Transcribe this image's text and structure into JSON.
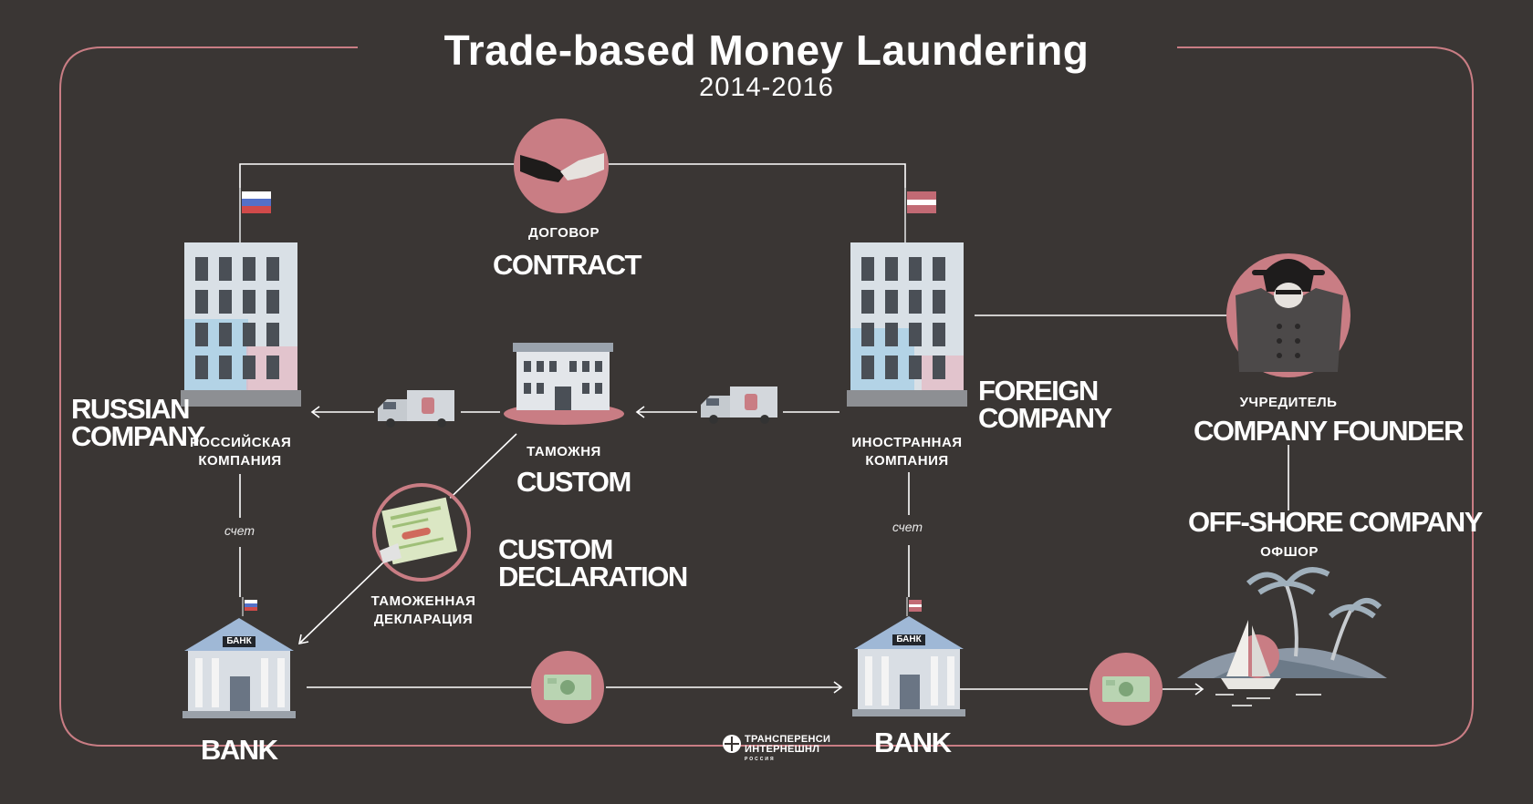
{
  "title": "Trade-based Money Laundering",
  "subtitle": "2014-2016",
  "colors": {
    "background": "#3a3634",
    "accent": "#c97d84",
    "line": "#ffffff",
    "border": "#c97d84"
  },
  "contract": {
    "ru": "ДОГОВОР",
    "en": "CONTRACT",
    "icon": "handshake-icon"
  },
  "russian_company": {
    "en_line1": "RUSSIAN",
    "en_line2": "COMPANY",
    "ru_line1": "РОССИЙСКАЯ",
    "ru_line2": "КОМПАНИЯ",
    "icon": "building-russian-flag-icon"
  },
  "foreign_company": {
    "en_line1": "FOREIGN",
    "en_line2": "COMPANY",
    "ru_line1": "ИНОСТРАННАЯ",
    "ru_line2": "КОМПАНИЯ",
    "icon": "building-foreign-flag-icon"
  },
  "custom": {
    "ru": "ТАМОЖНЯ",
    "en": "CUSTOM",
    "icon": "customs-building-icon"
  },
  "custom_declaration": {
    "en_line1": "CUSTOM",
    "en_line2": "DECLARATION",
    "ru_line1": "ТАМОЖЕННАЯ",
    "ru_line2": "ДЕКЛАРАЦИЯ",
    "icon": "declaration-document-icon"
  },
  "company_founder": {
    "ru": "УЧРЕДИТЕЛЬ",
    "en": "COMPANY FOUNDER",
    "icon": "hooded-figure-icon"
  },
  "offshore": {
    "en": "OFF-SHORE COMPANY",
    "ru": "ОФШОР",
    "icon": "island-palm-icon"
  },
  "bank_left": {
    "label": "BANK",
    "sign": "БАНК",
    "icon": "bank-building-icon"
  },
  "bank_right": {
    "label": "BANK",
    "sign": "БАНК",
    "icon": "bank-building-icon"
  },
  "account_label": "счет",
  "money_icon": "banknote-icon",
  "truck_icon": "truck-icon",
  "logo": {
    "line1": "ТРАНСПЕРЕНСИ",
    "line2": "ИНТЕРНЕШНЛ",
    "line3": "РОССИЯ",
    "icon": "transparency-logo-icon"
  }
}
